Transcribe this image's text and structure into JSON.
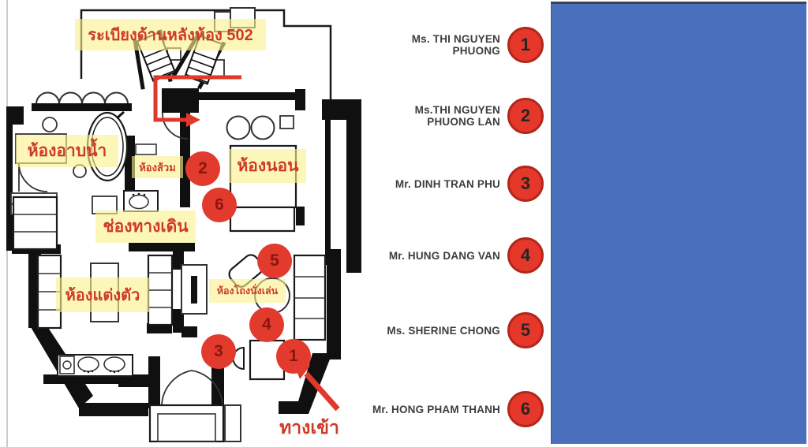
{
  "plan": {
    "title": "ระเบียงด้านหลังห้อง 502",
    "rooms": [
      {
        "id": "bathroom",
        "label": "ห้องอาบน้ำ"
      },
      {
        "id": "toilet",
        "label": "ห้องส้วม"
      },
      {
        "id": "bedroom",
        "label": "ห้องนอน"
      },
      {
        "id": "corridor",
        "label": "ช่องทางเดิน"
      },
      {
        "id": "dressing_room",
        "label": "ห้องแต่งตัว"
      },
      {
        "id": "living_hall",
        "label": "ห้องโถงนั่งเล่น"
      }
    ],
    "entrance_label": "ทางเข้า",
    "markers": [
      {
        "number": "1"
      },
      {
        "number": "2"
      },
      {
        "number": "3"
      },
      {
        "number": "4"
      },
      {
        "number": "5"
      },
      {
        "number": "6"
      }
    ]
  },
  "legend": {
    "entries": [
      {
        "number": "1",
        "name": "Ms. THI NGUYEN PHUONG"
      },
      {
        "number": "2",
        "name": "Ms.THI NGUYEN PHUONG LAN"
      },
      {
        "number": "3",
        "name": "Mr. DINH TRAN PHU"
      },
      {
        "number": "4",
        "name": "Mr. HUNG DANG VAN"
      },
      {
        "number": "5",
        "name": "Ms. SHERINE CHONG"
      },
      {
        "number": "6",
        "name": "Mr. HONG PHAM THANH"
      }
    ]
  },
  "colors": {
    "marker_red": "#e23a2c",
    "marker_number_red": "#8a170d",
    "highlight_yellow": "#faf28c",
    "label_red": "#ce3a28",
    "wall_black": "#101010",
    "blue_panel": "#4a70bd",
    "legend_text": "#3d3d3d"
  }
}
